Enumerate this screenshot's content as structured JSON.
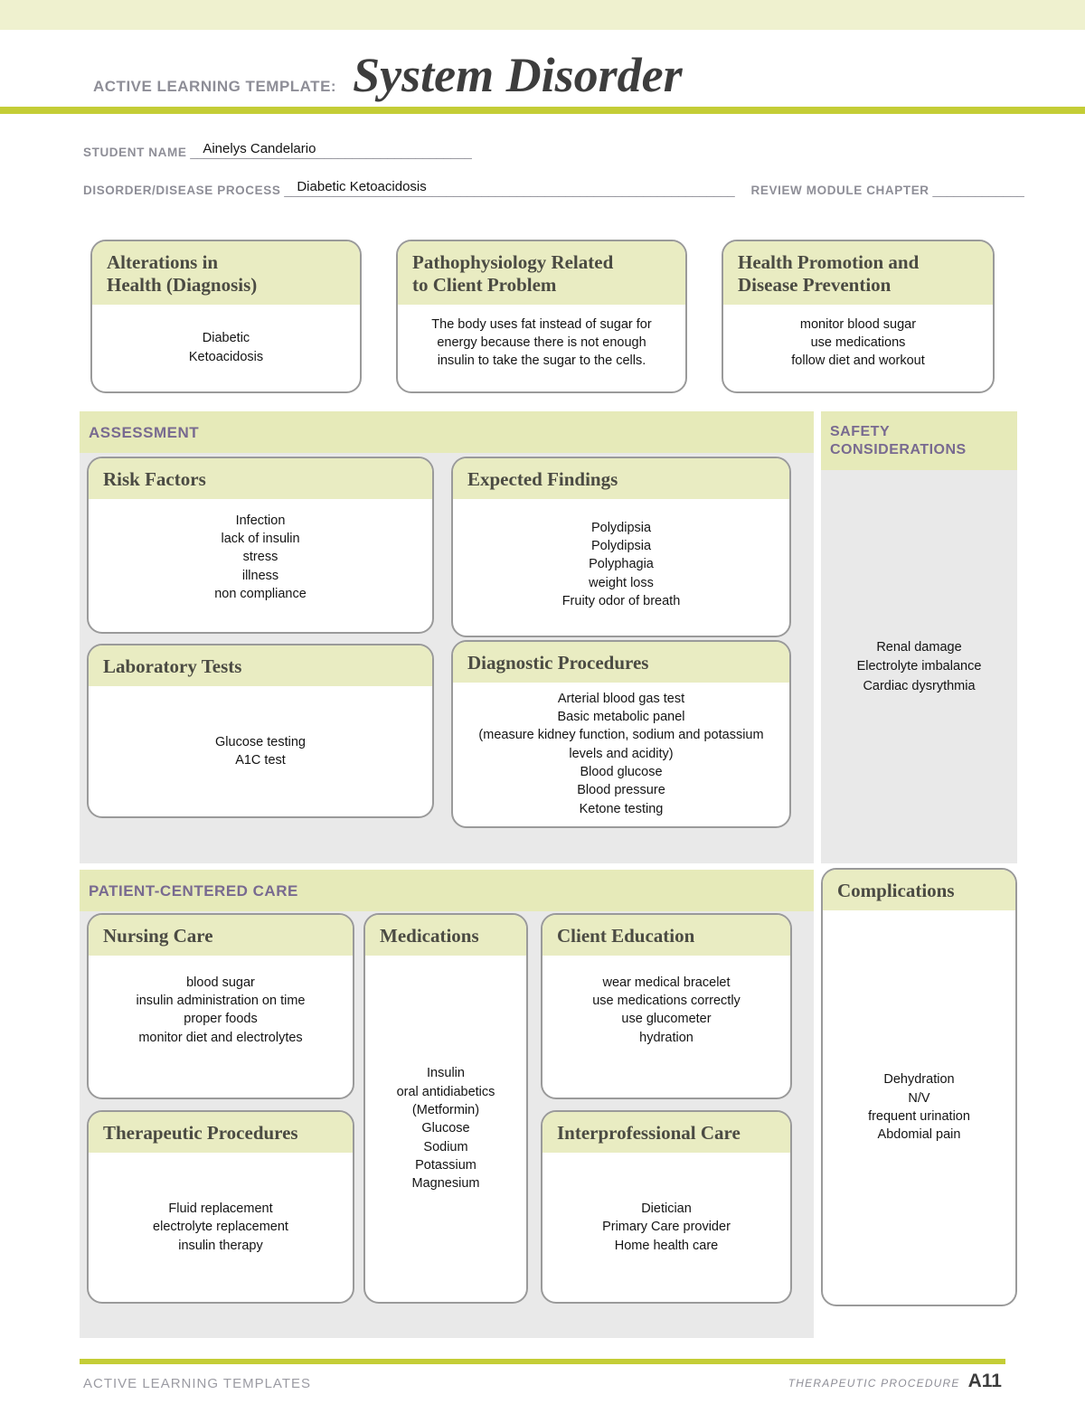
{
  "header": {
    "label": "ACTIVE LEARNING TEMPLATE:",
    "title": "System Disorder"
  },
  "fields": {
    "student_name_label": "STUDENT NAME",
    "student_name_value": "Ainelys Candelario",
    "student_name_line": "________________________________________",
    "disorder_label": "DISORDER/DISEASE PROCESS",
    "disorder_value": "Diabetic Ketoacidosis",
    "disorder_line": "________________________________________________________________",
    "review_label": "REVIEW MODULE CHAPTER",
    "review_line": "_____________"
  },
  "top_boxes": [
    {
      "title": "Alterations in\nHealth (Diagnosis)",
      "content": "Diabetic\nKetoacidosis"
    },
    {
      "title": "Pathophysiology Related\nto Client Problem",
      "content": "The body uses fat instead of sugar for\nenergy because there is not enough\ninsulin to take the sugar to the cells."
    },
    {
      "title": "Health Promotion and\nDisease Prevention",
      "content": "monitor blood sugar\nuse medications\nfollow diet and workout"
    }
  ],
  "assessment": {
    "section_label": "ASSESSMENT",
    "risk_factors": {
      "title": "Risk Factors",
      "content": "Infection\nlack of insulin\nstress\nillness\nnon compliance"
    },
    "expected_findings": {
      "title": "Expected Findings",
      "content": "Polydipsia\nPolydipsia\nPolyphagia\nweight loss\nFruity odor of breath"
    },
    "laboratory_tests": {
      "title": "Laboratory Tests",
      "content": "Glucose testing\nA1C test"
    },
    "diagnostic_procedures": {
      "title": "Diagnostic Procedures",
      "content": "Arterial blood gas test\nBasic metabolic panel\n(measure kidney function, sodium and potassium\nlevels and acidity)\nBlood glucose\nBlood pressure\nKetone testing"
    }
  },
  "safety": {
    "section_label": "SAFETY\nCONSIDERATIONS",
    "content": "Renal damage\nElectrolyte imbalance\nCardiac dysrythmia"
  },
  "patient_care": {
    "section_label": "PATIENT-CENTERED CARE",
    "nursing_care": {
      "title": "Nursing Care",
      "content": "blood sugar\ninsulin administration on time\nproper foods\nmonitor diet and electrolytes"
    },
    "medications": {
      "title": "Medications",
      "content": "Insulin\noral antidiabetics\n(Metformin)\nGlucose\nSodium\nPotassium\nMagnesium"
    },
    "client_education": {
      "title": "Client Education",
      "content": "wear medical bracelet\nuse medications correctly\nuse glucometer\nhydration"
    },
    "therapeutic_procedures": {
      "title": "Therapeutic Procedures",
      "content": "Fluid replacement\nelectrolyte replacement\ninsulin therapy"
    },
    "interprofessional_care": {
      "title": "Interprofessional Care",
      "content": "Dietician\nPrimary Care provider\nHome health care"
    }
  },
  "complications": {
    "title": "Complications",
    "content": "Dehydration\nN/V\nfrequent urination\nAbdomial pain"
  },
  "footer": {
    "left": "ACTIVE LEARNING TEMPLATES",
    "right_label": "THERAPEUTIC PROCEDURE",
    "page": "A11"
  }
}
